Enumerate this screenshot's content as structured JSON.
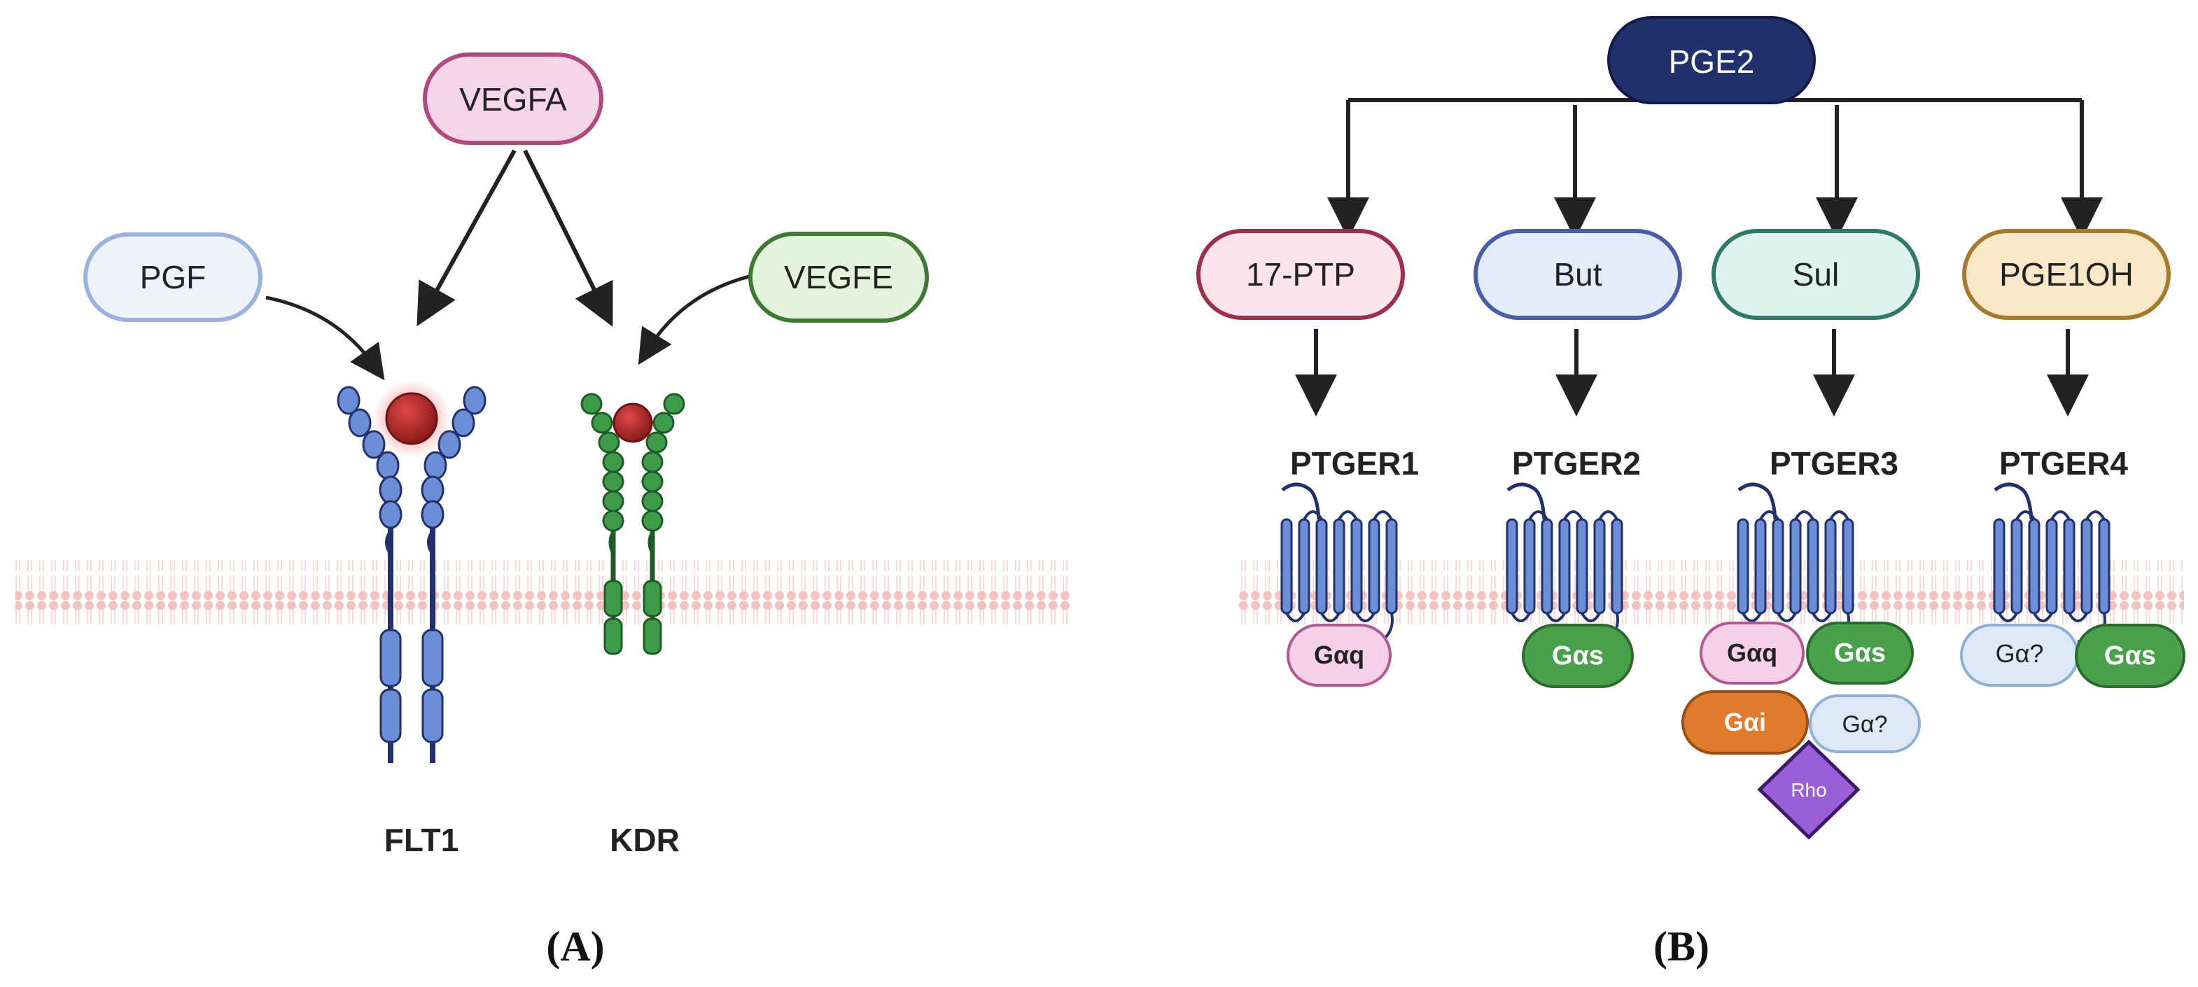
{
  "panel_a": {
    "label": "(A)",
    "ligands": {
      "vegfa": "VEGFA",
      "pgf": "PGF",
      "vegfe": "VEGFE"
    },
    "receptors": {
      "flt1": "FLT1",
      "kdr": "KDR"
    }
  },
  "panel_b": {
    "label": "(B)",
    "source": "PGE2",
    "metabolites": [
      {
        "label": "17-PTP",
        "fill": "#fce4ec",
        "stroke": "#9c2f4c"
      },
      {
        "label": "But",
        "fill": "#e3ecfb",
        "stroke": "#4a5ea8"
      },
      {
        "label": "Sul",
        "fill": "#dff3ee",
        "stroke": "#2e7a66"
      },
      {
        "label": "PGE1OH",
        "fill": "#f9e8c8",
        "stroke": "#a67a2c"
      }
    ],
    "receptors": [
      "PTGER1",
      "PTGER2",
      "PTGER3",
      "PTGER4"
    ],
    "g_proteins": {
      "ptger1": [
        "Gαq"
      ],
      "ptger2": [
        "Gαs"
      ],
      "ptger3": [
        "Gαq",
        "Gαs",
        "Gαi",
        "Gα?",
        "Rho"
      ],
      "ptger4": [
        "Gα?",
        "Gαs"
      ]
    }
  },
  "colors": {
    "node_dark": "#22316b",
    "receptor_blue": "#6b8ed6",
    "receptor_green": "#3e9b4a",
    "ligand_red": "#b42025",
    "membrane": "#f4c6c6",
    "galpha_q": "#f6d0e8",
    "galpha_s": "#4aa14c",
    "galpha_i": "#e07a2c",
    "galpha_unknown": "#dde9f7",
    "rho": "#9a5fd6"
  }
}
